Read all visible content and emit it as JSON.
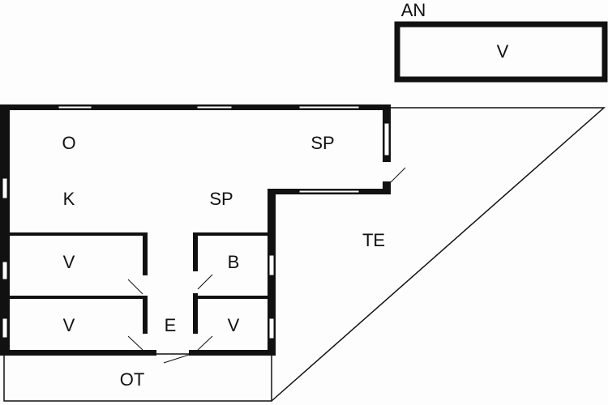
{
  "annex": {
    "title": "AN",
    "room": "V"
  },
  "rooms": {
    "o": "O",
    "k": "K",
    "sp_top": "SP",
    "sp_mid": "SP",
    "te": "TE",
    "v_left_top": "V",
    "v_left_bottom": "V",
    "b": "B",
    "v_right": "V",
    "e": "E",
    "ot": "OT"
  }
}
